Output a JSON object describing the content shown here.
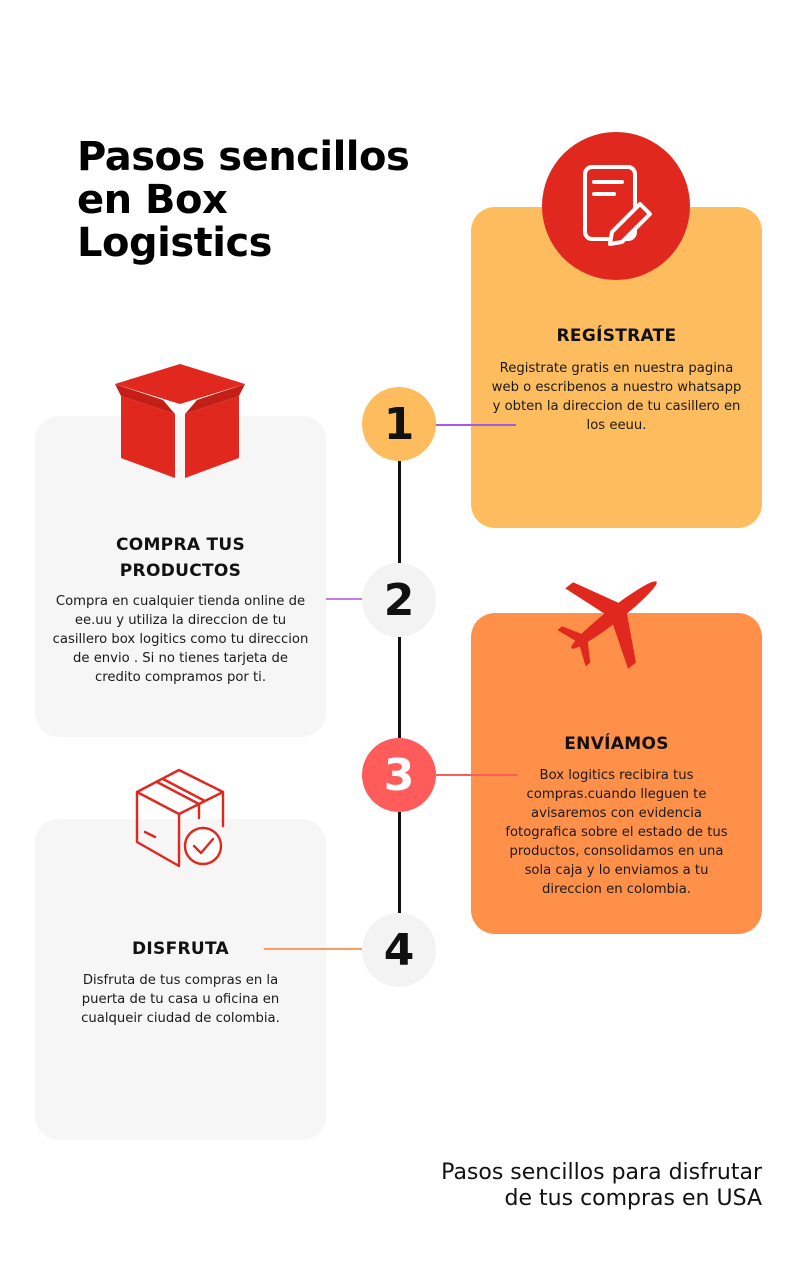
{
  "title": {
    "line1": "Pasos sencillos",
    "line2": "en Box",
    "line3": "Logistics"
  },
  "steps": [
    {
      "number": "1",
      "heading": "REGÍSTRATE",
      "body": "Registrate gratis en nuestra pagina web o escribenos a nuestro whatsapp y obten la direccion de tu casillero en los eeuu.",
      "icon": "form-pencil-icon"
    },
    {
      "number": "2",
      "heading_line1": "COMPRA TUS",
      "heading_line2": "PRODUCTOS",
      "body": "Compra en cualquier tienda online de ee.uu y utiliza la direccion de tu casillero box logitics como tu direccion de envio . Si no tienes tarjeta de credito compramos por ti.",
      "icon": "open-box-icon"
    },
    {
      "number": "3",
      "heading": "ENVÍAMOS",
      "body": "Box logitics recibira tus compras.cuando lleguen te avisaremos con evidencia fotografica sobre el estado de tus productos, consolidamos en una sola caja y lo enviamos a tu direccion en colombia.",
      "icon": "airplane-icon"
    },
    {
      "number": "4",
      "heading": "DISFRUTA",
      "body": "Disfruta de tus compras en la puerta de tu casa u oficina en cualqueir ciudad de colombia.",
      "icon": "box-check-icon"
    }
  ],
  "footer": {
    "line1": "Pasos sencillos para disfrutar",
    "line2": "de tus compras en USA"
  },
  "colors": {
    "red": "#e0281f",
    "yellow": "#fdbd5e",
    "orange": "#ff9049",
    "coral": "#fe5b5b",
    "grey_card": "#f6f6f6",
    "purple_line": "#a25ce8"
  }
}
